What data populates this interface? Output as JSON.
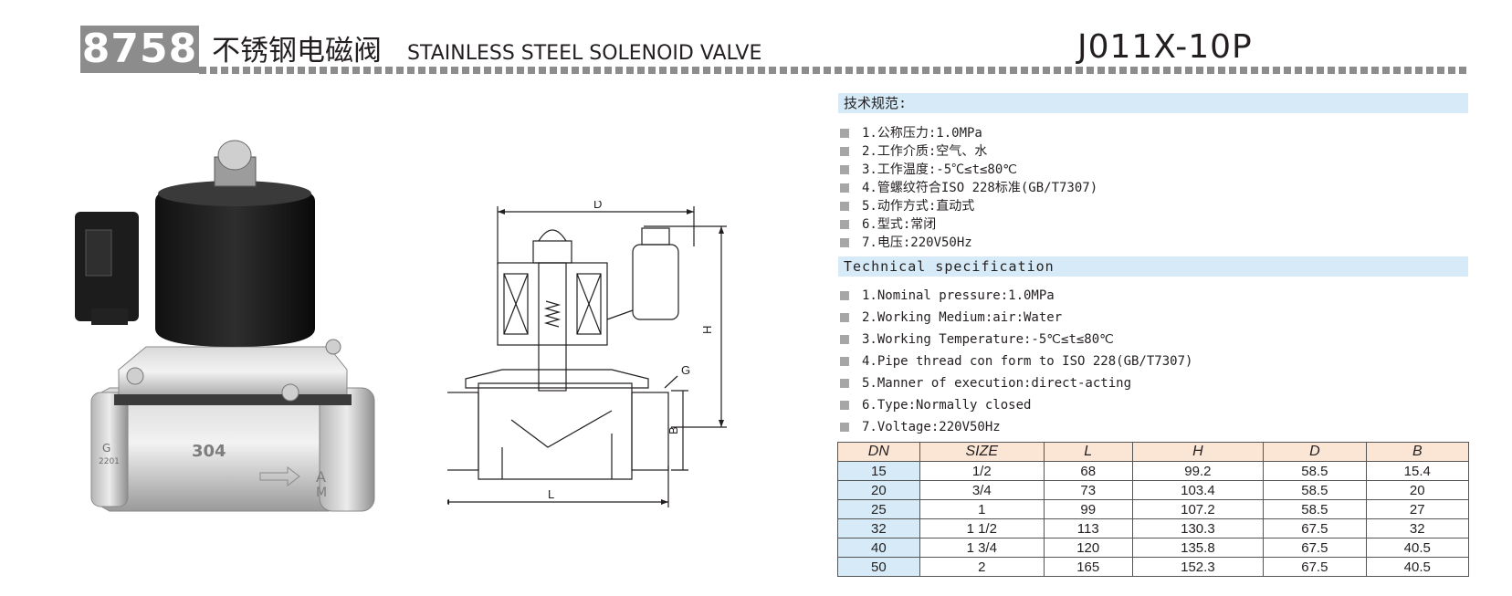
{
  "header": {
    "code": "8758",
    "title_cn": "不锈钢电磁阀",
    "title_en": "STAINLESS STEEL SOLENOID VALVE",
    "model": "J011X-10P"
  },
  "photo": {
    "marks": [
      "G",
      "2201",
      "304",
      "A",
      "M"
    ]
  },
  "drawing": {
    "labels": {
      "D": "D",
      "H": "H",
      "G": "G",
      "B": "B",
      "L": "L"
    }
  },
  "spec_cn": {
    "heading": "技术规范:",
    "items": [
      "1.公称压力:1.0MPa",
      "2.工作介质:空气、水",
      "3.工作温度:-5℃≤t≤80℃",
      "4.管螺纹符合ISO 228标准(GB/T7307)",
      "5.动作方式:直动式",
      "6.型式:常闭",
      "7.电压:220V50Hz"
    ]
  },
  "spec_en": {
    "heading": "Technical specification",
    "items": [
      "1.Nominal pressure:1.0MPa",
      "2.Working Medium:air:Water",
      "3.Working Temperature:-5℃≤t≤80℃",
      "4.Pipe thread con form to ISO 228(GB/T7307)",
      "5.Manner of execution:direct-acting",
      "6.Type:Normally closed",
      "7.Voltage:220V50Hz"
    ]
  },
  "table": {
    "headers": [
      "DN",
      "SIZE",
      "L",
      "H",
      "D",
      "B"
    ],
    "rows": [
      [
        "15",
        "1/2",
        "68",
        "99.2",
        "58.5",
        "15.4"
      ],
      [
        "20",
        "3/4",
        "73",
        "103.4",
        "58.5",
        "20"
      ],
      [
        "25",
        "1",
        "99",
        "107.2",
        "58.5",
        "27"
      ],
      [
        "32",
        "1 1/2",
        "113",
        "130.3",
        "67.5",
        "32"
      ],
      [
        "40",
        "1 3/4",
        "120",
        "135.8",
        "67.5",
        "40.5"
      ],
      [
        "50",
        "2",
        "165",
        "152.3",
        "67.5",
        "40.5"
      ]
    ]
  },
  "colors": {
    "header_box": "#8c8c8c",
    "spec_heading_bg": "#d6ebf7",
    "table_header_bg": "#fbe6d6",
    "table_dn_bg": "#d6ebf7"
  }
}
